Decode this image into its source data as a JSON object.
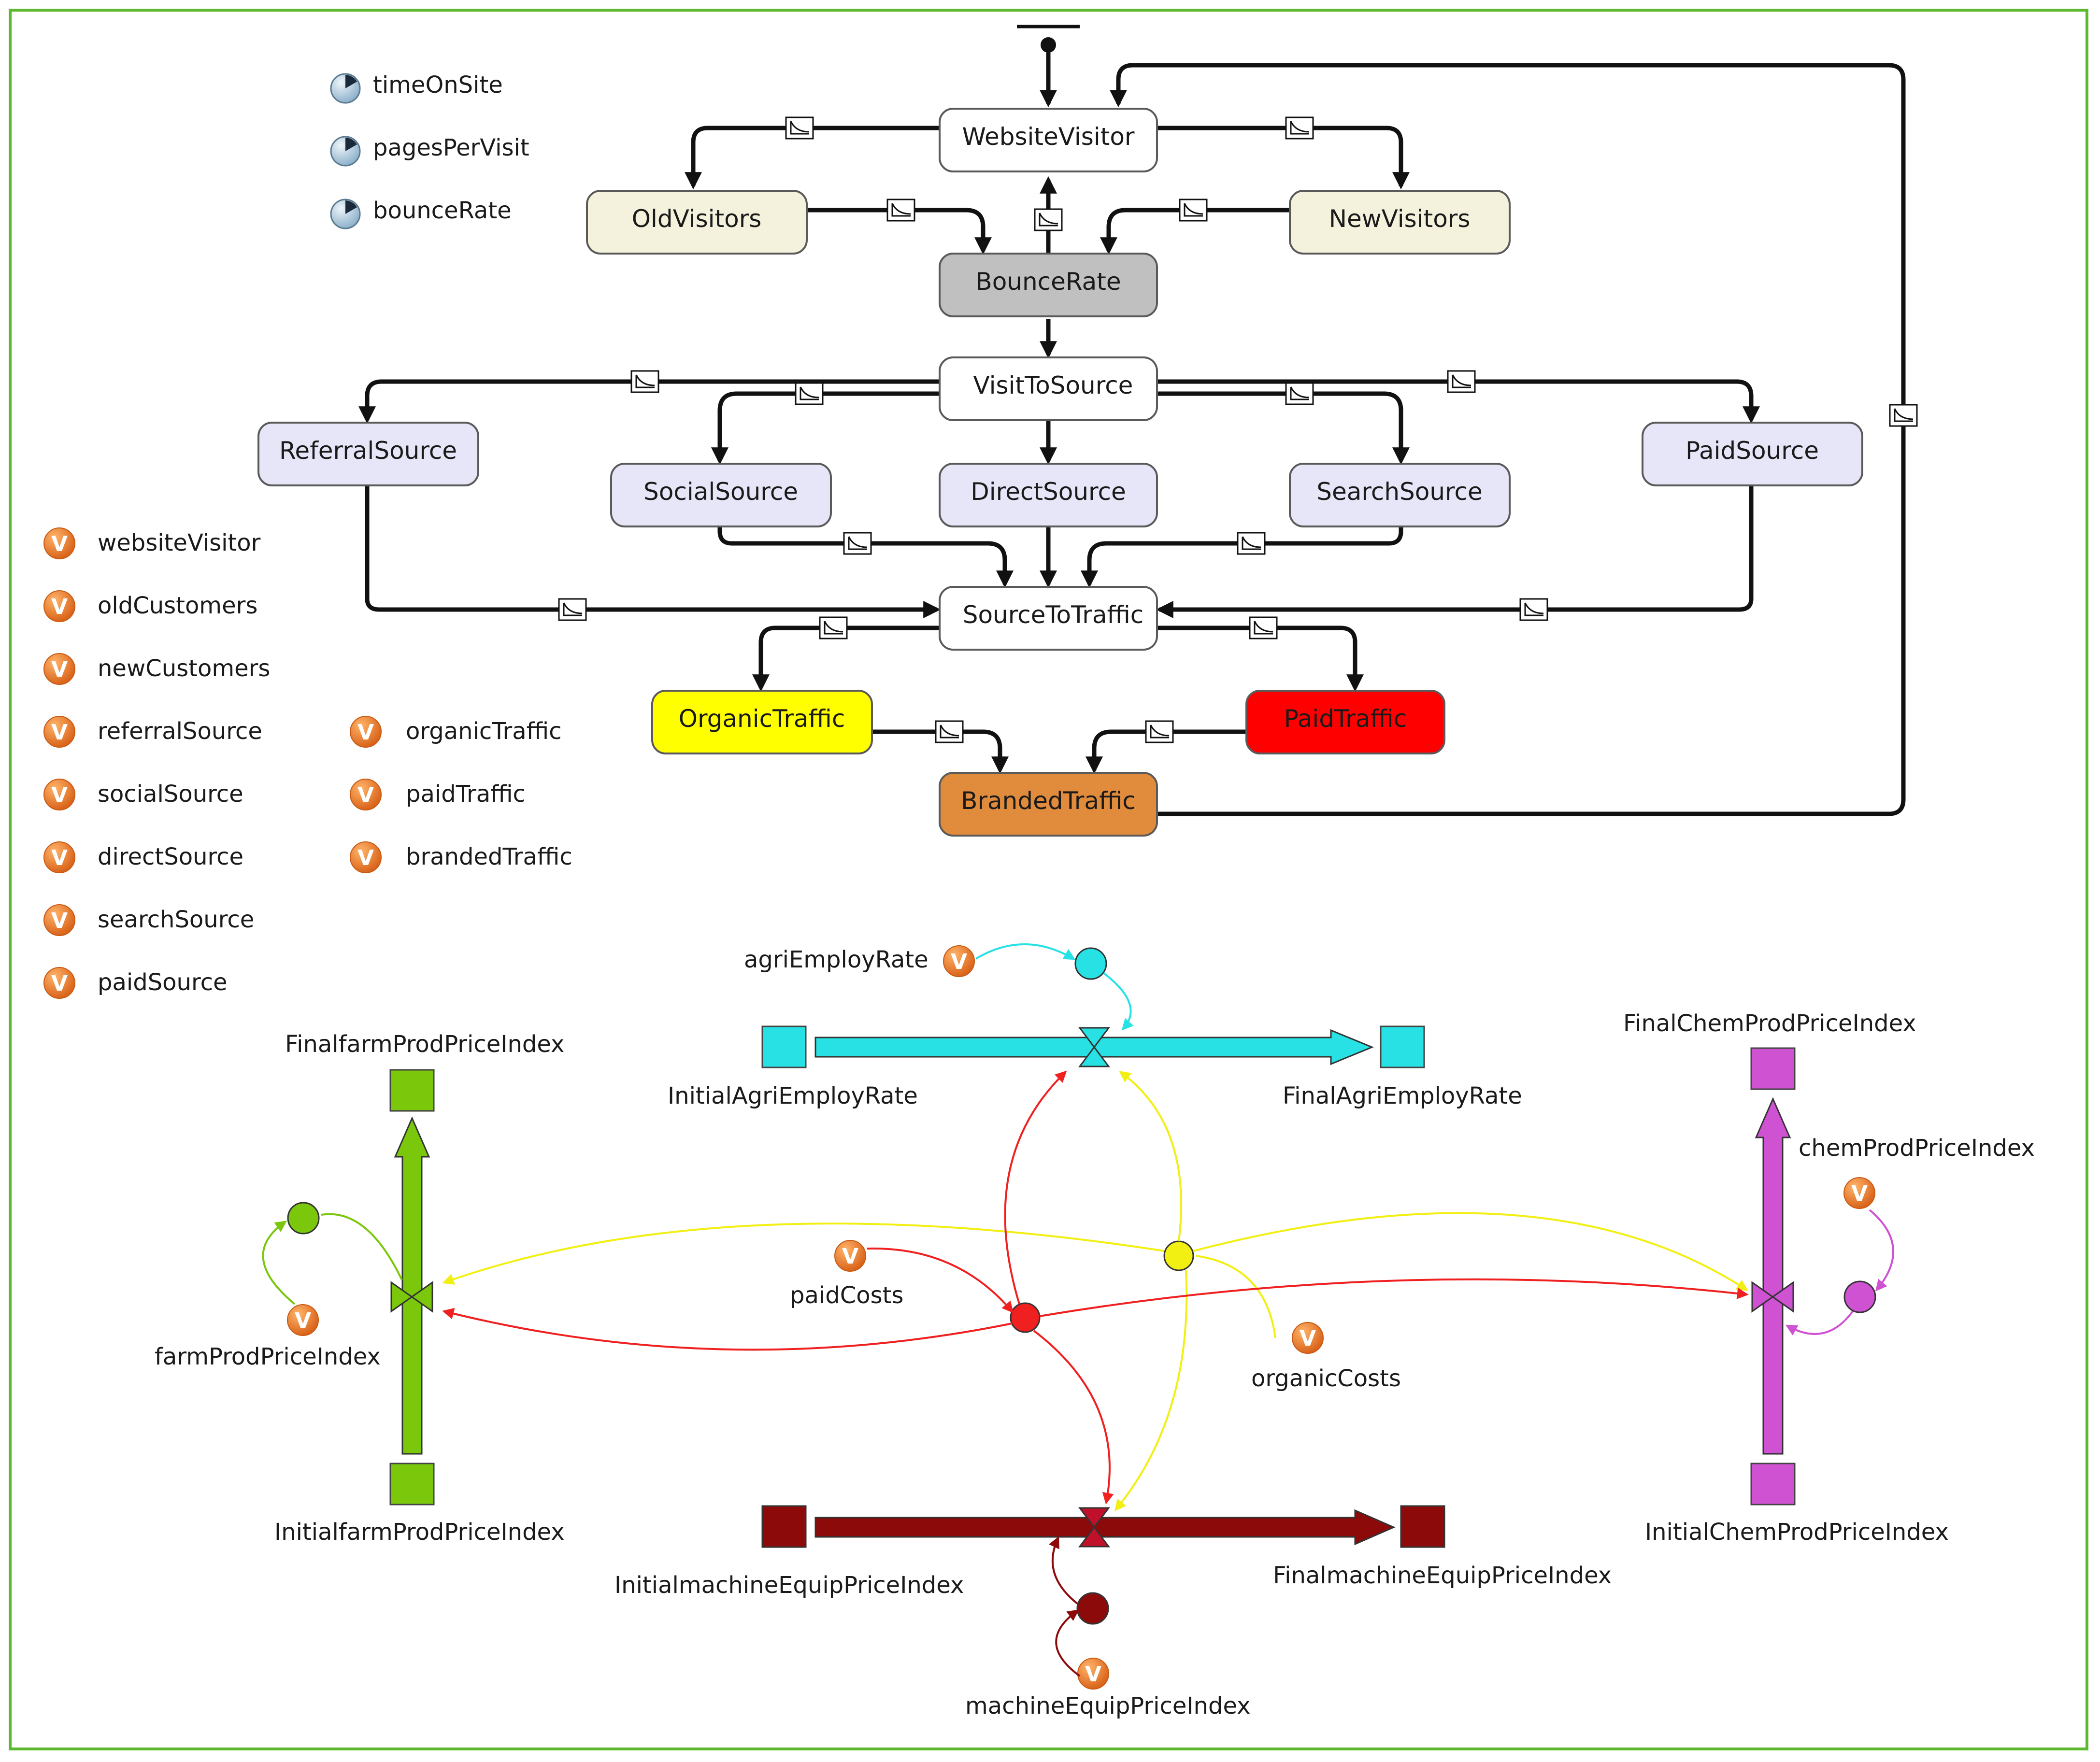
{
  "top_params": [
    {
      "label": "timeOnSite",
      "icon": "parameter-icon"
    },
    {
      "label": "pagesPerVisit",
      "icon": "parameter-icon"
    },
    {
      "label": "bounceRate",
      "icon": "parameter-icon"
    }
  ],
  "states": {
    "website_visitor": "WebsiteVisitor",
    "old_visitors": "OldVisitors",
    "new_visitors": "NewVisitors",
    "bounce_rate": "BounceRate",
    "visit_to_source": "VisitToSource",
    "referral_source": "ReferralSource",
    "social_source": "SocialSource",
    "direct_source": "DirectSource",
    "search_source": "SearchSource",
    "paid_source": "PaidSource",
    "source_to_traffic": "SourceToTraffic",
    "organic_traffic": "OrganicTraffic",
    "paid_traffic": "PaidTraffic",
    "branded_traffic": "BrandedTraffic"
  },
  "variables_left": [
    "websiteVisitor",
    "oldCustomers",
    "newCustomers",
    "referralSource",
    "socialSource",
    "directSource",
    "searchSource",
    "paidSource"
  ],
  "variables_mid": [
    "organicTraffic",
    "paidTraffic",
    "brandedTraffic"
  ],
  "variable_icon_letter": "V",
  "stock_flow": {
    "agri_employ_rate": "agriEmployRate",
    "initial_agri_employ_rate": "InitialAgriEmployRate",
    "final_agri_employ_rate": "FinalAgriEmployRate",
    "final_farm_prod_price_index": "FinalfarmProdPriceIndex",
    "initial_farm_prod_price_index": "InitialfarmProdPriceIndex",
    "farm_prod_price_index": "farmProdPriceIndex",
    "final_chem_prod_price_index": "FinalChemProdPriceIndex",
    "initial_chem_prod_price_index": "InitialChemProdPriceIndex",
    "chem_prod_price_index": "chemProdPriceIndex",
    "paid_costs": "paidCosts",
    "organic_costs": "organicCosts",
    "initial_machine_equip_price_index": "InitialmachineEquipPriceIndex",
    "final_machine_equip_price_index": "FinalmachineEquipPriceIndex",
    "machine_equip_price_index": "machineEquipPriceIndex"
  },
  "colors": {
    "frame": "#5cb82e",
    "state_white": "#ffffff",
    "state_cream": "#f4f2dc",
    "state_gray": "#c0c0c0",
    "state_lavender": "#e6e6f8",
    "organic": "#ffff00",
    "paid": "#ff0000",
    "branded": "#e18b3c",
    "cyan": "#27e1e4",
    "green": "#7ac70c",
    "magenta": "#cf52d3",
    "maroon": "#8c0a0a",
    "yellow_link": "#f2ef12",
    "red_link": "#f02020",
    "variable_orange": "#e8782a"
  }
}
